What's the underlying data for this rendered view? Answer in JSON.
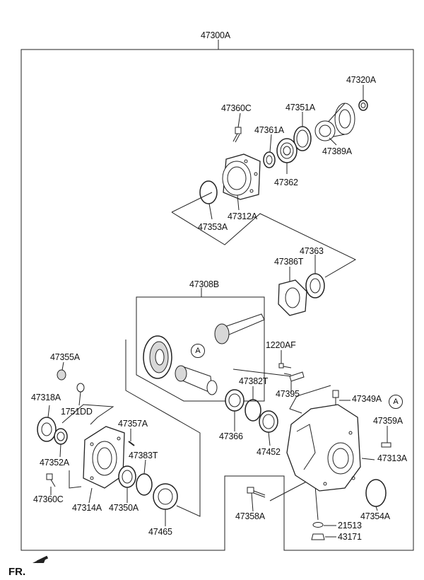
{
  "assembly_number": "47300A",
  "orientation_label": "FR.",
  "reference_marker": "A",
  "parts": {
    "p47320A": "47320A",
    "p47360C_top": "47360C",
    "p47351A": "47351A",
    "p47361A": "47361A",
    "p47389A": "47389A",
    "p47362": "47362",
    "p47312A": "47312A",
    "p47353A": "47353A",
    "p47363": "47363",
    "p47386T": "47386T",
    "p47308B": "47308B",
    "p1220AF": "1220AF",
    "p47355A": "47355A",
    "p47382T": "47382T",
    "p47395": "47395",
    "p47349A": "47349A",
    "p47318A": "47318A",
    "p1751DD": "1751DD",
    "p47359A": "47359A",
    "p47357A": "47357A",
    "p47366": "47366",
    "p47452": "47452",
    "p47313A": "47313A",
    "p47383T": "47383T",
    "p47352A": "47352A",
    "p47360C_bottom": "47360C",
    "p47314A": "47314A",
    "p47350A": "47350A",
    "p47358A": "47358A",
    "p47354A": "47354A",
    "p47465": "47465",
    "p21513": "21513",
    "p43171": "43171"
  },
  "colors": {
    "line": "#222222",
    "fill": "#ffffff",
    "shade": "#d8d8d8"
  }
}
